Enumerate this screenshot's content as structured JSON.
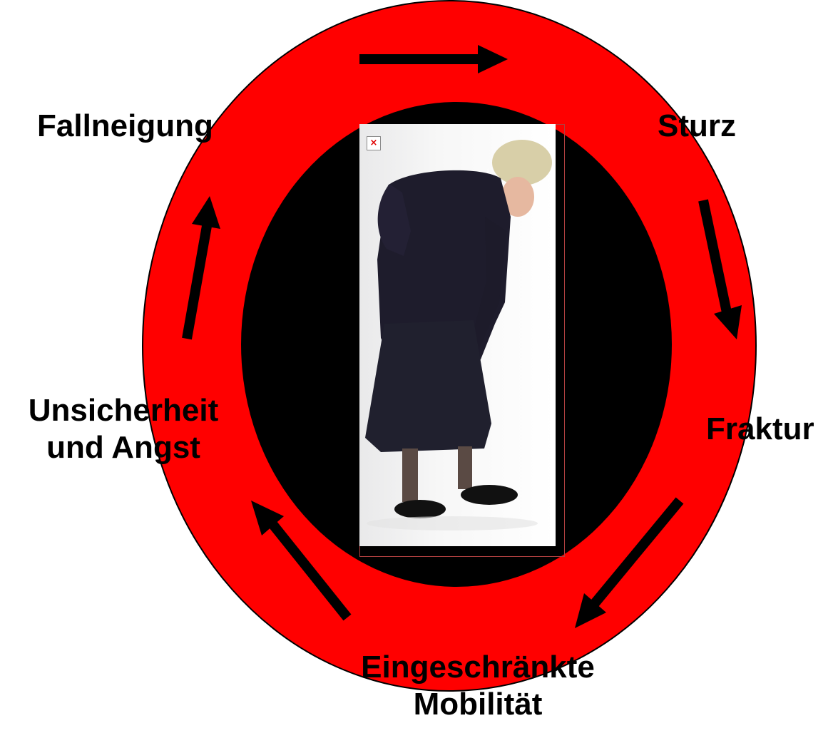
{
  "diagram": {
    "colors": {
      "outer_ring": "#ff0000",
      "inner_disc": "#000000",
      "arrows": "#000000",
      "labels": "#000000",
      "broken_image_mark": "#e00000"
    },
    "cycle_labels": {
      "fallneigung": "Fallneigung",
      "sturz": "Sturz",
      "fraktur": "Fraktur",
      "mobilitaet_line1": "Eingeschränkte",
      "mobilitaet_line2": "Mobilität",
      "unsicherheit_line1": "Unsicherheit",
      "unsicherheit_line2": "und Angst"
    },
    "icons": {
      "broken_image": "broken-image-icon",
      "broken_image_glyph": "×"
    }
  }
}
